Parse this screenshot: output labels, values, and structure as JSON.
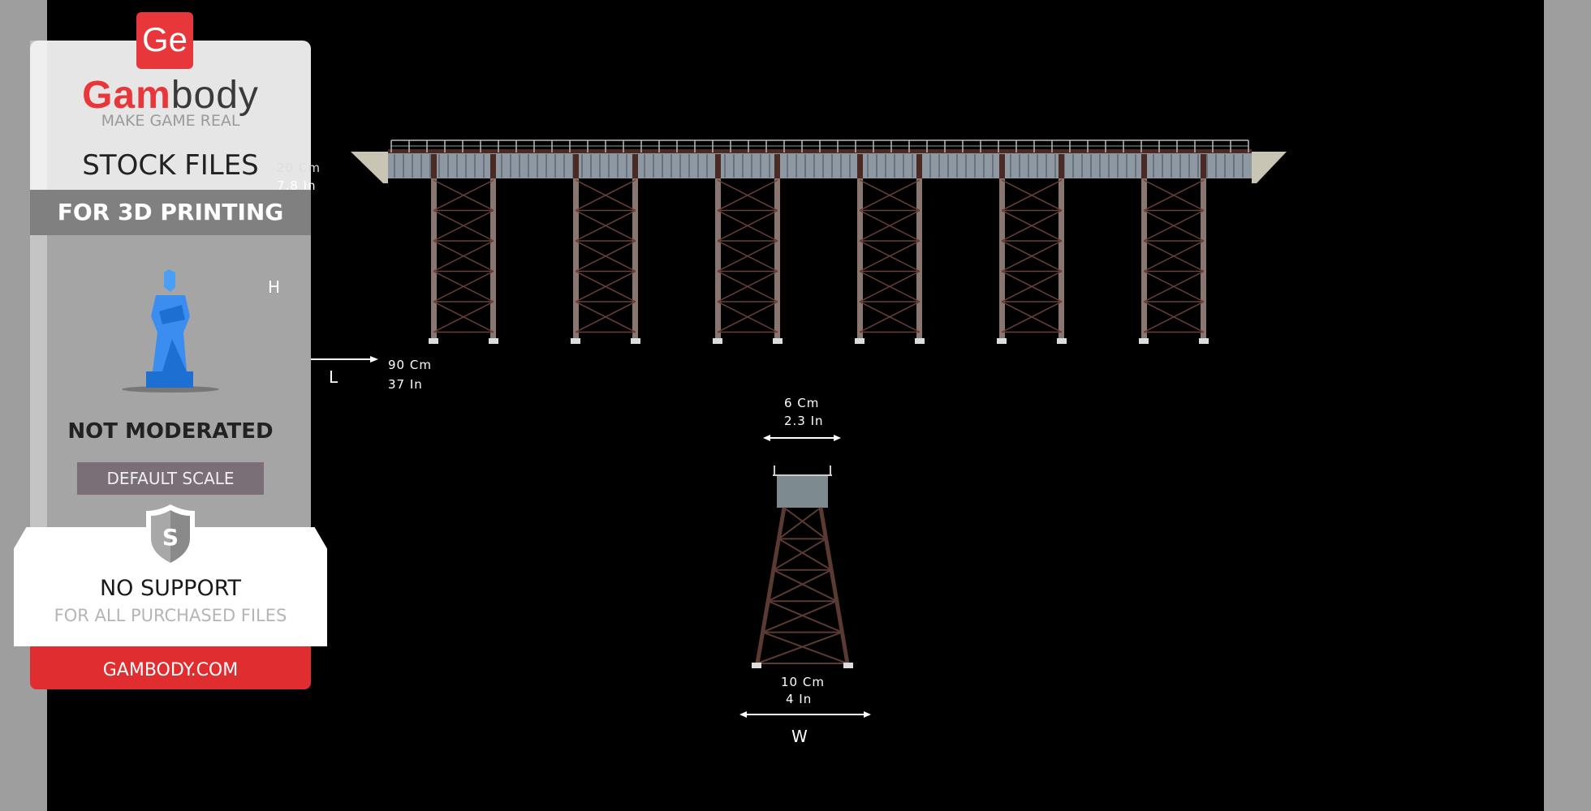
{
  "promo": {
    "logo_mark": "Ge",
    "brand_red": "Gam",
    "brand_dark": "body",
    "tagline": "MAKE GAME REAL",
    "stock_files": "STOCK FILES",
    "for_printing": "FOR 3D PRINTING",
    "moderation": "NOT MODERATED",
    "scale": "DEFAULT SCALE",
    "shield_letter": "S",
    "support": "NO SUPPORT",
    "support_sub": "FOR ALL PURCHASED FILES",
    "website": "GAMBODY.COM",
    "accent": "#e8373a"
  },
  "dimensions": {
    "height_cm": "20 Cm",
    "height_in": "7.8 In",
    "height_axis": "H",
    "length_axis": "L",
    "length_cm": "90 Cm",
    "length_in": "37 In",
    "top_width_cm": "6 Cm",
    "top_width_in": "2.3 In",
    "base_width_cm": "10 Cm",
    "base_width_in": "4 In",
    "width_axis": "W"
  },
  "model": {
    "pier_count": 6
  }
}
